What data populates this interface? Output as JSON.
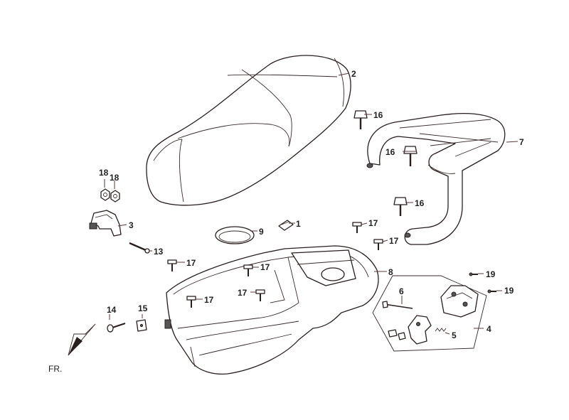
{
  "labels": {
    "c1": "1",
    "c2": "2",
    "c3": "3",
    "c4": "4",
    "c5": "5",
    "c6": "6",
    "c7": "7",
    "c8": "8",
    "c9": "9",
    "c13": "13",
    "c14": "14",
    "c15": "15",
    "c16a": "16",
    "c16b": "16",
    "c16c": "16",
    "c17a": "17",
    "c17b": "17",
    "c17c": "17",
    "c17d": "17",
    "c17e": "17",
    "c17f": "17",
    "c18a": "18",
    "c18b": "18",
    "c19a": "19",
    "c19b": "19"
  },
  "front_marker": "FR."
}
